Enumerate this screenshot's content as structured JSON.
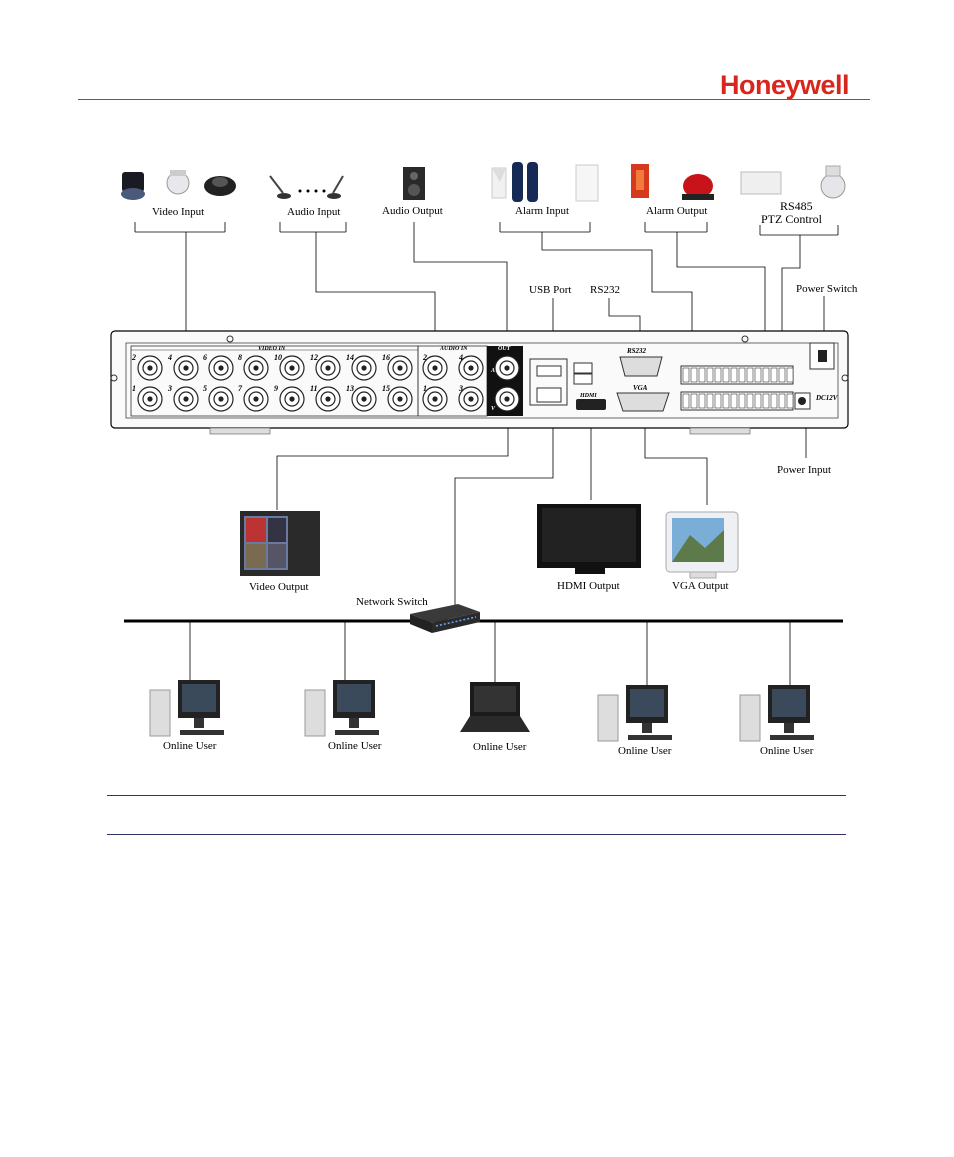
{
  "brand": {
    "logo_text": "Honeywell",
    "accent_color": "#d9261c"
  },
  "top_labels": {
    "video_input": "Video Input",
    "audio_input": "Audio Input",
    "audio_output": "Audio Output",
    "alarm_input": "Alarm Input",
    "alarm_output": "Alarm Output",
    "rs485": "RS485",
    "ptz_control": "PTZ Control",
    "usb_port": "USB Port",
    "rs232": "RS232",
    "power_switch": "Power Switch"
  },
  "panel": {
    "video_in": "VIDEO IN",
    "audio_in": "AUDIO IN",
    "out": "OUT",
    "out_a": "A",
    "out_v": "V",
    "rs232": "RS232",
    "vga": "VGA",
    "hdmi": "HDMI",
    "dc12v": "DC12V",
    "video_top_nums": [
      "2",
      "4",
      "6",
      "8",
      "10",
      "12",
      "14",
      "16"
    ],
    "video_bottom_nums": [
      "1",
      "3",
      "5",
      "7",
      "9",
      "11",
      "13",
      "15"
    ],
    "audio_top_nums": [
      "2",
      "4"
    ],
    "audio_bottom_nums": [
      "1",
      "3"
    ]
  },
  "bottom_labels": {
    "power_input": "Power Input",
    "video_output": "Video Output",
    "hdmi_output": "HDMI Output",
    "vga_output": "VGA Output",
    "network_switch": "Network Switch",
    "online_users": [
      "Online User",
      "Online User",
      "Online User",
      "Online User",
      "Online User"
    ]
  }
}
